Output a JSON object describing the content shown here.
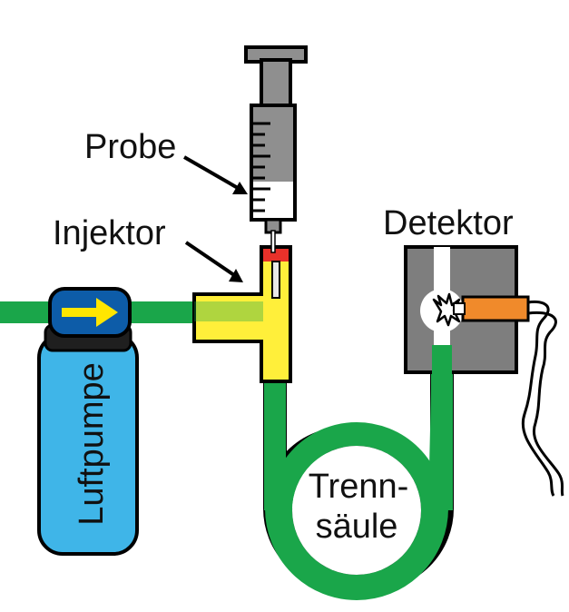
{
  "labels": {
    "probe": "Probe",
    "injektor": "Injektor",
    "detektor": "Detektor",
    "luftpumpe": "Luftpumpe",
    "trennsaeule_line1": "Trenn-",
    "trennsaeule_line2": "säule"
  },
  "colors": {
    "tube": "#1aa64a",
    "pump_body": "#3fb5e8",
    "pump_cap": "#0d5ca8",
    "pump_arrow": "#ffe600",
    "injector": "#ffef3a",
    "septum": "#e8312a",
    "syringe_gray": "#8f8f8f",
    "detector_box": "#7e7e7e",
    "detector_sleeve": "#f08a2b",
    "outline": "#000000"
  },
  "icons": {
    "pump_arrow": "arrow-right-icon",
    "flame": "flame-icon"
  }
}
